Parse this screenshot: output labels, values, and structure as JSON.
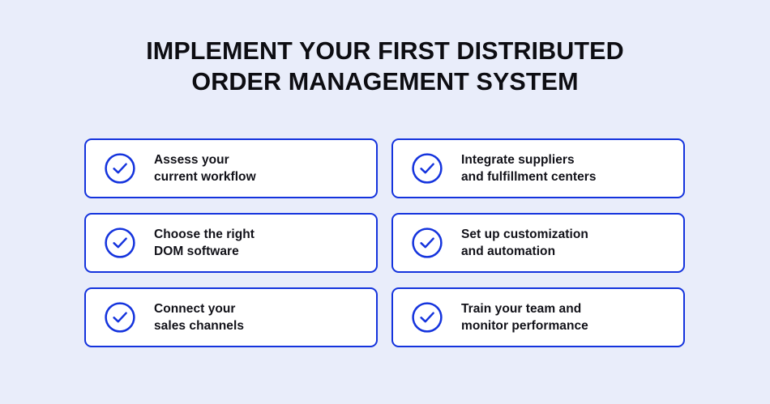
{
  "colors": {
    "background": "#e9edfa",
    "card_background": "#ffffff",
    "accent_blue": "#1433dd",
    "title_text": "#0d0d12",
    "body_text": "#111118"
  },
  "title": {
    "line1": "IMPLEMENT YOUR FIRST DISTRIBUTED",
    "line2": "ORDER MANAGEMENT SYSTEM"
  },
  "cards": [
    {
      "icon": "check-circle-icon",
      "line1": "Assess your",
      "line2": "current workflow",
      "text": "Assess your\ncurrent workflow"
    },
    {
      "icon": "check-circle-icon",
      "line1": "Integrate suppliers",
      "line2": "and fulfillment centers",
      "text": "Integrate suppliers\nand fulfillment centers"
    },
    {
      "icon": "check-circle-icon",
      "line1": "Choose the right",
      "line2": "DOM software",
      "text": "Choose the right\nDOM software"
    },
    {
      "icon": "check-circle-icon",
      "line1": "Set up customization",
      "line2": "and automation",
      "text": "Set up customization\nand automation"
    },
    {
      "icon": "check-circle-icon",
      "line1": "Connect your",
      "line2": "sales channels",
      "text": "Connect your\nsales channels"
    },
    {
      "icon": "check-circle-icon",
      "line1": "Train your team and",
      "line2": "monitor performance",
      "text": "Train your team and\nmonitor performance"
    }
  ]
}
